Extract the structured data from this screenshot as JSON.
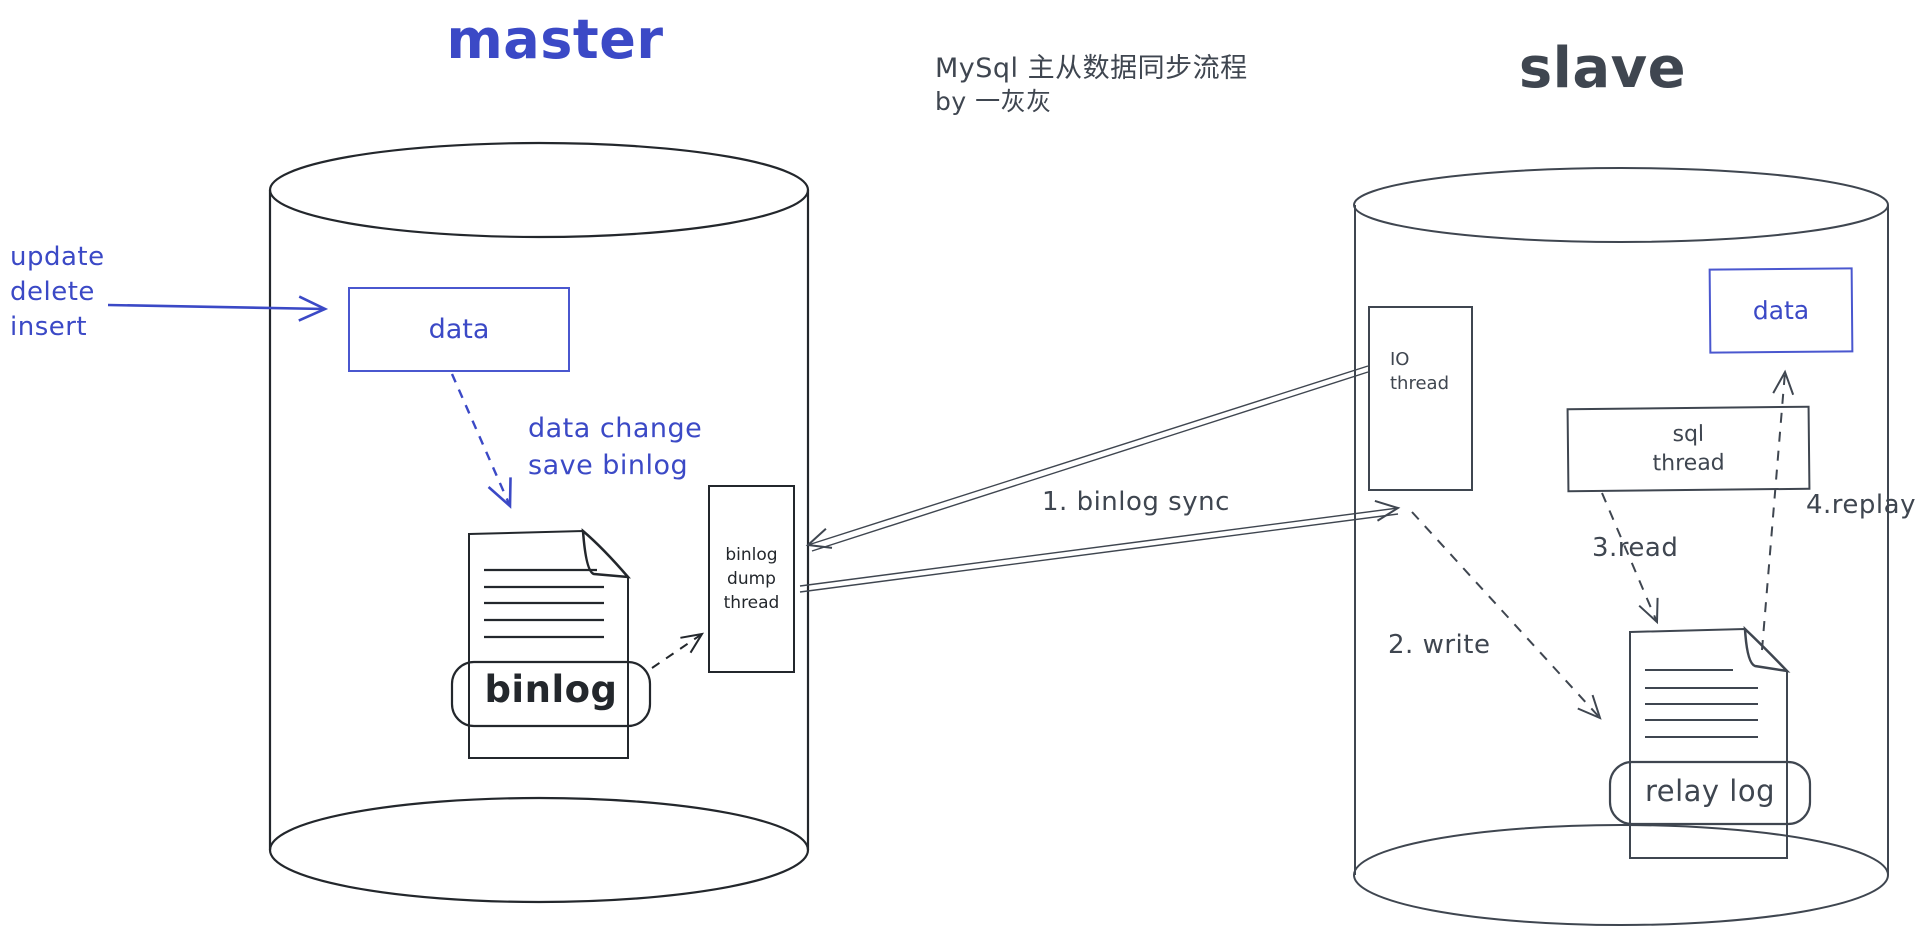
{
  "theme": {
    "blue": "#3b49c6",
    "blue-border": "#4a57cf",
    "hatch-blue": "#bcc6f0",
    "ink": "#23272c",
    "slate": "#3f4650",
    "hatch-gray": "#c6c6c6",
    "bg": "#ffffff"
  },
  "header": {
    "master_title": "master",
    "slave_title": "slave",
    "doc_title": "MySql 主从数据同步流程",
    "doc_byline": "by 一灰灰"
  },
  "master": {
    "client_ops": [
      "update",
      "delete",
      "insert"
    ],
    "data_box_label": "data",
    "change_note_line1": "data change",
    "change_note_line2": "save binlog",
    "binlog_label": "binlog",
    "dump_thread_lines": [
      "binlog",
      "dump",
      "thread"
    ]
  },
  "sync": {
    "step1_label": "1. binlog sync"
  },
  "slave": {
    "io_thread_lines": [
      "IO",
      "thread"
    ],
    "data_box_label": "data",
    "sql_thread_lines": [
      "sql",
      "thread"
    ],
    "relay_log_label": "relay log",
    "step2_label": "2. write",
    "step3_label": "3.read",
    "step4_label": "4.replay"
  }
}
